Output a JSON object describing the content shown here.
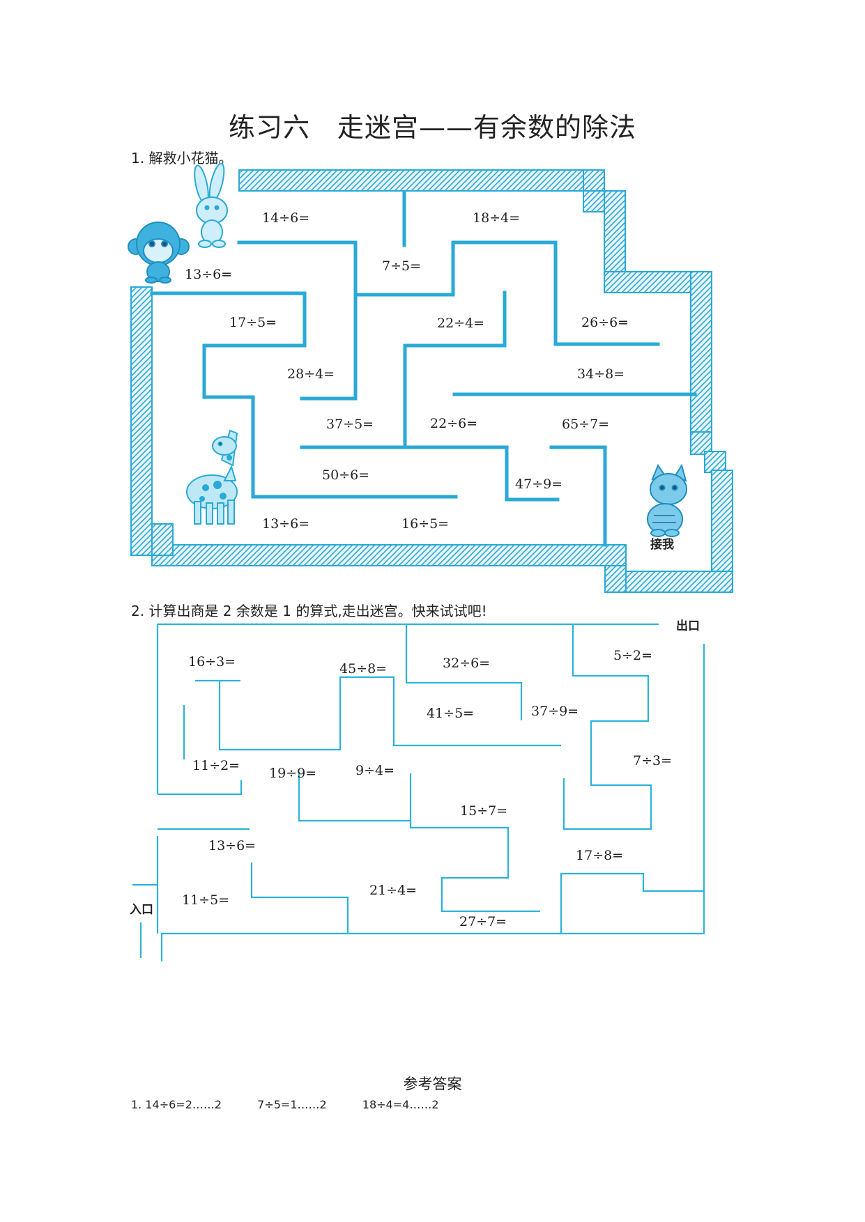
{
  "title": "练习六　走迷宫——有余数的除法",
  "question1": {
    "text": "1. 解救小花猫。",
    "equations": [
      "14÷6=",
      "18÷4=",
      "13÷6=",
      "7÷5=",
      "17÷5=",
      "22÷4=",
      "26÷6=",
      "28÷4=",
      "34÷8=",
      "37÷5=",
      "22÷6=",
      "65÷7=",
      "50÷6=",
      "47÷9=",
      "13÷6=",
      "16÷5="
    ],
    "cat_label": "接我",
    "colors": {
      "wall": "#29a9d6",
      "hatch": "#b8e4f2"
    }
  },
  "question2": {
    "text": "2. 计算出商是 2 余数是 1 的算式,走出迷宫。快来试试吧!",
    "exit_label": "出口",
    "entry_label": "入口",
    "equations": [
      "16÷3=",
      "45÷8=",
      "32÷6=",
      "5÷2=",
      "41÷5=",
      "37÷9=",
      "11÷2=",
      "19÷9=",
      "9÷4=",
      "7÷3=",
      "15÷7=",
      "13÷6=",
      "17÷8=",
      "21÷4=",
      "11÷5=",
      "27÷7="
    ]
  },
  "answers": {
    "title": "参考答案",
    "items": [
      "1. 14÷6=2……2",
      "7÷5=1……2",
      "18÷4=4……2"
    ]
  }
}
